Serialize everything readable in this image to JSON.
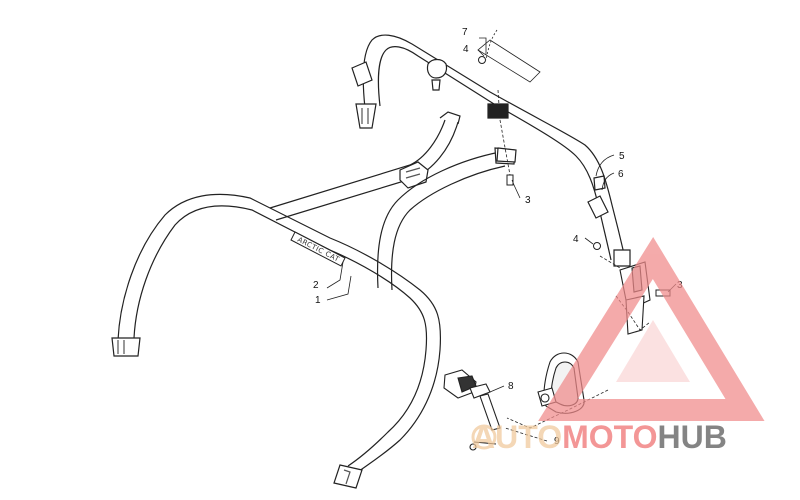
{
  "diagram": {
    "decal_text": "ARCTIC CAT",
    "callouts": [
      {
        "id": "c1",
        "label": "1"
      },
      {
        "id": "c2",
        "label": "2"
      },
      {
        "id": "c3a",
        "label": "3"
      },
      {
        "id": "c3b",
        "label": "3"
      },
      {
        "id": "c4a",
        "label": "4"
      },
      {
        "id": "c4b",
        "label": "4"
      },
      {
        "id": "c5",
        "label": "5"
      },
      {
        "id": "c6",
        "label": "6"
      },
      {
        "id": "c7",
        "label": "7"
      },
      {
        "id": "c8",
        "label": "8"
      },
      {
        "id": "c9",
        "label": "9"
      }
    ]
  },
  "watermark": {
    "part1": "AUTO",
    "part2": "MOTO",
    "part3": "HUB",
    "colors": {
      "part1": "#f0c89a",
      "part2": "#ef6e6e",
      "part3": "#555555",
      "triangle": "#f08a8a"
    }
  }
}
